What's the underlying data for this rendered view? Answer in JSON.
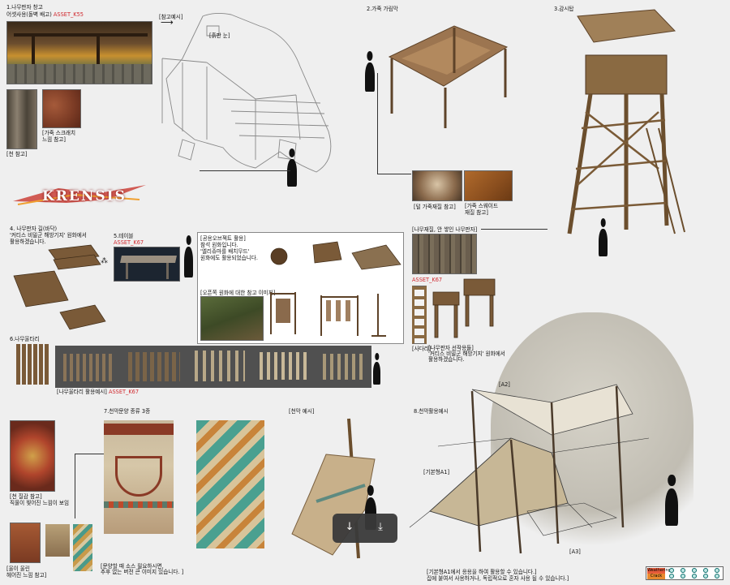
{
  "sections": {
    "s1": {
      "title": "1.나무판자 창고",
      "subtitle": "어셋사용(돌벽 배고)",
      "asset": "ASSET_K55"
    },
    "ref_example": "[참고예시]",
    "sketch_note": "[흙판 눈]",
    "cloth_ref": "[천 참고]",
    "leather_ref": "[가죽 스크래치\n느낌 참고]",
    "s2": {
      "title": "2.가죽 가림막"
    },
    "fur_ref": "[털 가죽재질 참고]",
    "suede_ref": "[가죽 스웨이드\n재질 참고]",
    "s3": {
      "title": "3.감시탑"
    },
    "logo": "KRENSIS",
    "s4": {
      "title": "4. 나무판자 길(바닥)",
      "desc1": "'커티스 비밀군 해방기지' 원화에서",
      "desc2": "활용하겠습니다."
    },
    "s5": {
      "title": "5.테이블",
      "asset": "ASSET_K67"
    },
    "s6": {
      "title": "6.나무울타리",
      "ref": "[나무울타리 활용예시]",
      "asset": "ASSET_K67"
    },
    "common": {
      "title": "[공용오브젝트 활용]",
      "l1": "참석 원화입니다.",
      "l2": "'엘리쥬마를 배치무드'",
      "l3": "원화에도 활용되었습니다.",
      "sub": "[오픈쪽 원화에 대한 참고 이미지]"
    },
    "plank": {
      "title": "[나무재질, 안 쌓인 나무판자]",
      "asset": "ASSET_K67",
      "ladder": "[사다리]",
      "note1": "[나무판자 선작용들]",
      "note2": "'커티스 비밀군 해방기지' 원화에서",
      "note3": "활용하겠습니다."
    },
    "s7": {
      "title": "7.천막문양 종류 3종"
    },
    "tent_ex": "[천막 예시]",
    "carpet_ref": "[천 질감 참고]",
    "carpet_note": "직물이 찢어진 느낌이 보임",
    "worn_ref": "[울이 울린\n헤어진 느낌 참고]",
    "pattern_note1": "[문양할 때 소스 필요하시면,",
    "pattern_note2": "추후 없는 버전 큰 이미지 있습니다. ]",
    "s8": {
      "title": "8.천막활용예시",
      "a2": "[A2]",
      "a1": "[기본형A1]",
      "a3": "[A3]",
      "note1": "[기본형A1에서 응용을 하여 활용할 수 있습니다.]",
      "note2": "집에 붙여서 사용하거나,  독립적으로 혼자 사용 될 수 있습니다.]"
    },
    "legend": {
      "weathering": "Weathering",
      "crack": "Crack"
    }
  },
  "controls": {
    "download": "↓",
    "fit": "⤓"
  },
  "colors": {
    "accent_red": "#d0282e",
    "wood": "#8a6a42",
    "leather": "#a57a4e"
  }
}
